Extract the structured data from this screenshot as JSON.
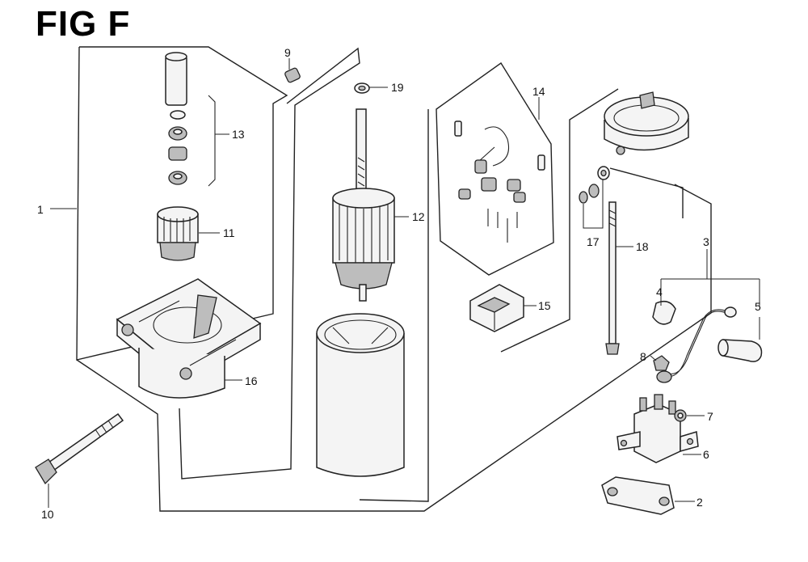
{
  "figure": {
    "title": "FIG F"
  },
  "callouts": [
    "1",
    "2",
    "3",
    "4",
    "5",
    "6",
    "7",
    "8",
    "9",
    "10",
    "11",
    "12",
    "13",
    "14",
    "15",
    "16",
    "17",
    "18",
    "19"
  ]
}
